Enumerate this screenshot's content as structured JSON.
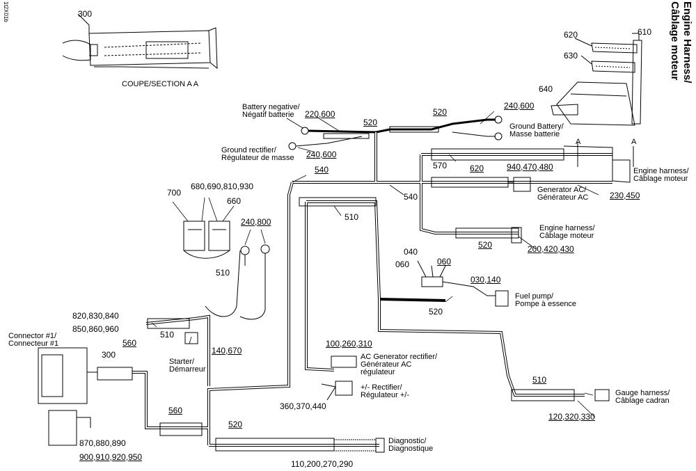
{
  "title": {
    "line1": "Engine Harness/",
    "line2": "Câblage moteur"
  },
  "doc_id": "1t2X01b",
  "section": {
    "label": "COUPE/SECTION A A",
    "callout": "300",
    "marker": "A"
  },
  "labels": {
    "l610": "610",
    "l620a": "620",
    "l630": "630",
    "l640": "640",
    "battery_negative": "Battery negative/",
    "negatif_batterie": "Négatif batterie",
    "n220600": "220,600",
    "n520a": "520",
    "n520b": "520",
    "n240600a": "240,600",
    "ground_battery": "Ground Battery/",
    "masse_batterie": "Masse batterie",
    "ground_rectifier": "Ground rectifier/",
    "regulateur_masse": "Régulateur de masse",
    "n240600b": "240,600",
    "n540a": "540",
    "n570": "570",
    "n620b": "620",
    "n940470480": "940,470,480",
    "engine_harness_a1": "Engine harness/",
    "engine_harness_a2": "Câblage moteur",
    "generator_ac1": "Generator AC/",
    "generator_ac2": "Générateur AC",
    "n230450": "230,450",
    "n540b": "540",
    "n700": "700",
    "n680690810930": "680,690,810,930",
    "n660": "660",
    "n240800": "240,800",
    "n510a": "510",
    "n510b": "510",
    "engine_harness_b1": "Engine harness/",
    "engine_harness_b2": "Câblage moteur",
    "n520c": "520",
    "n200420430": "200,420,430",
    "n040": "040",
    "n060a": "060",
    "n060b": "060",
    "n030140": "030,140",
    "fuel_pump1": "Fuel pump/",
    "fuel_pump2": "Pompe à essence",
    "n520d": "520",
    "n820830840": "820,830,840",
    "n850860960": "850,860,960",
    "connector1a": "Connector #1/",
    "connector1b": "Connecteur #1",
    "n560a": "560",
    "n300": "300",
    "n510c": "510",
    "starter1": "Starter/",
    "starter2": "Démarreur",
    "n140670": "140,670",
    "n100260310": "100,260,310",
    "ac_gen1": "AC Generator rectifier/",
    "ac_gen2": "Générateur AC",
    "ac_gen3": "régulateur",
    "rectifier1": "+/- Rectifier/",
    "rectifier2": "Régulateur +/-",
    "n360370440": "360,370,440",
    "n510d": "510",
    "gauge1": "Gauge harness/",
    "gauge2": "Câblage cadran",
    "n120320330": "120,320,330",
    "n560b": "560",
    "n870880890": "870,880,890",
    "n900910920950": "900,910,920,950",
    "n520e": "520",
    "diagnostic1": "Diagnostic/",
    "diagnostic2": "Diagnostique",
    "n110200270290": "110,200,270,290"
  }
}
